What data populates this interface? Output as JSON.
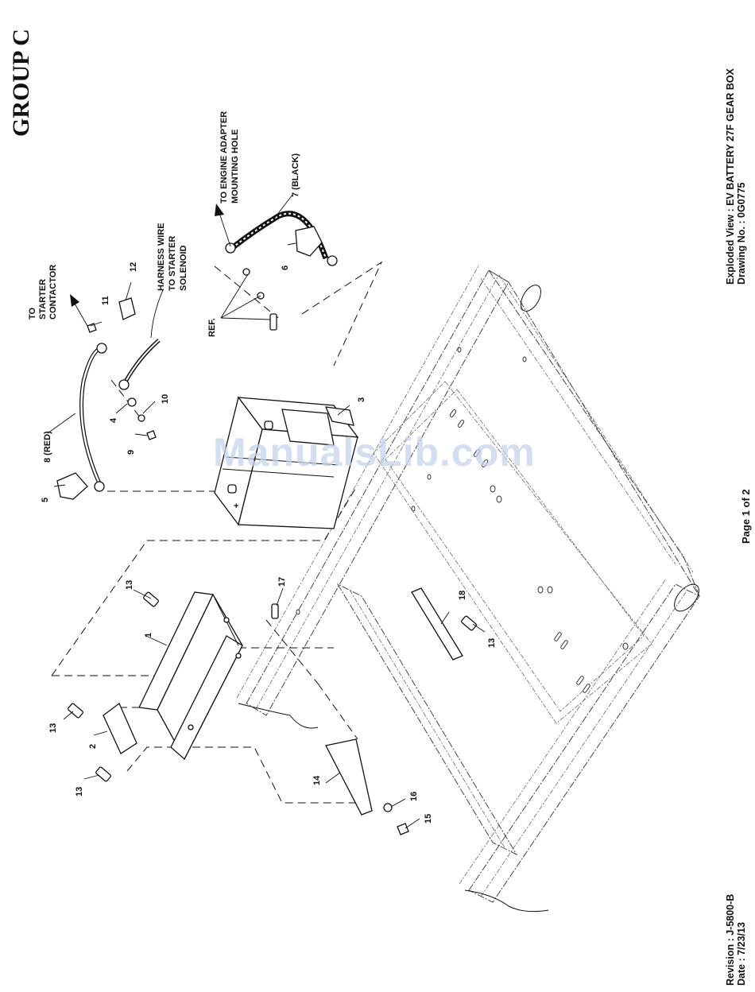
{
  "group_title": "GROUP C",
  "title_block": {
    "title": "Exploded View : EV BATTERY 27F GEAR BOX",
    "drawing_no": "Drawing No. : 0G0775"
  },
  "revision": {
    "revision": "Revision : J-5800-B",
    "date": "Date : 7/23/13"
  },
  "page": "Page 1 of 2",
  "watermark": "ManualsLib.com",
  "callouts": {
    "to_starter_contactor": [
      "TO",
      "STARTER",
      "CONTACTOR"
    ],
    "harness_wire": [
      "HARNESS WIRE",
      "TO STARTER",
      "SOLENOID"
    ],
    "to_engine_adapter": [
      "TO ENGINE ADAPTER",
      "MOUNTING HOLE"
    ],
    "black_cable": "7 (BLACK)",
    "red_cable": "8 (RED)",
    "ref": "REF.",
    "battery_plus": "+"
  },
  "part_numbers": {
    "p1": "1",
    "p2": "2",
    "p3": "3",
    "p4": "4",
    "p5": "5",
    "p6": "6",
    "p9": "9",
    "p10": "10",
    "p11": "11",
    "p12": "12",
    "p13a": "13",
    "p13b": "13",
    "p13c": "13",
    "p13d": "13",
    "p14": "14",
    "p15": "15",
    "p16": "16",
    "p17": "17",
    "p18": "18"
  }
}
